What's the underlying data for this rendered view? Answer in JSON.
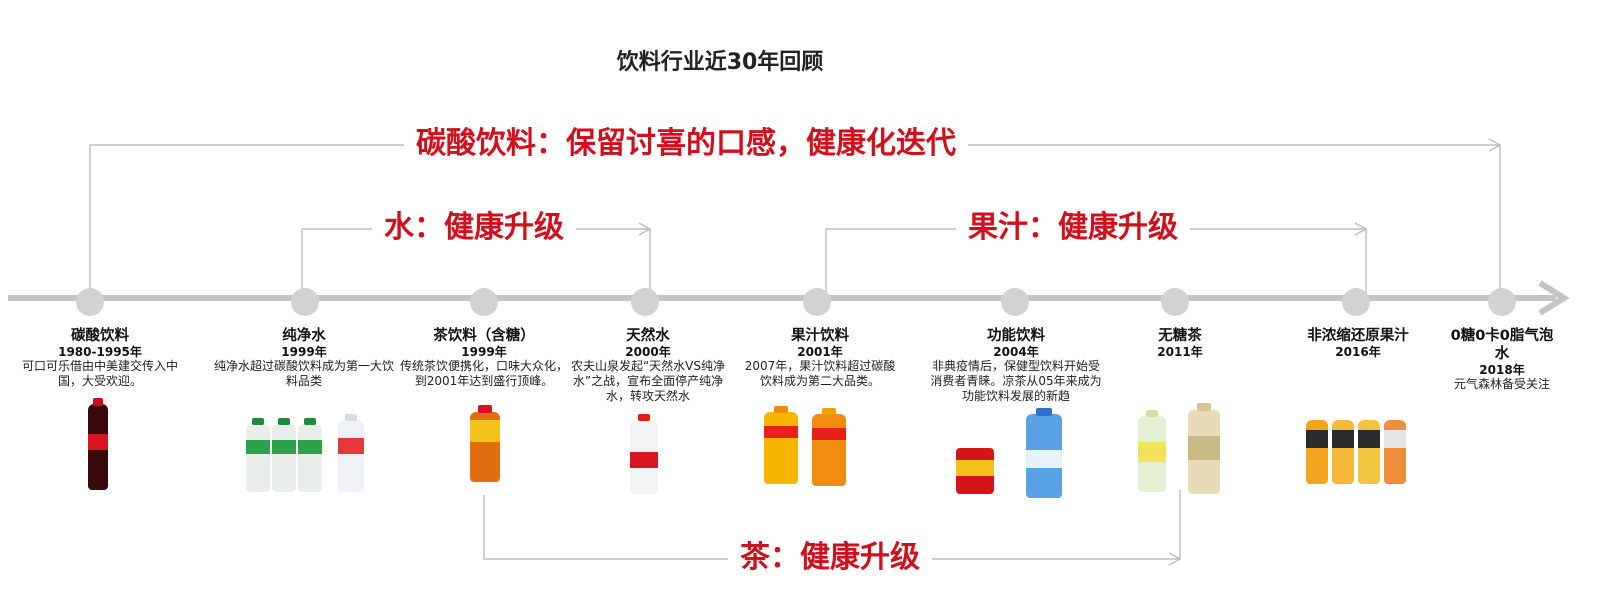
{
  "title": "饮料行业近30年回顾",
  "trends": {
    "carbonated": "碳酸饮料：保留讨喜的口感，健康化迭代",
    "water": "水：健康升级",
    "juice": "果汁：健康升级",
    "tea": "茶：健康升级"
  },
  "events": [
    {
      "name": "碳酸饮料",
      "year": "1980-1995年",
      "desc": "可口可乐借由中美建交传入中国，大受欢迎。"
    },
    {
      "name": "纯净水",
      "year": "1999年",
      "desc": "纯净水超过碳酸饮料成为第一大饮料品类"
    },
    {
      "name": "茶饮料（含糖）",
      "year": "1999年",
      "desc": "传统茶饮便携化，口味大众化，到2001年达到盛行顶峰。"
    },
    {
      "name": "天然水",
      "year": "2000年",
      "desc": "农夫山泉发起“天然水VS纯净水”之战，宣布全面停产纯净水，转攻天然水"
    },
    {
      "name": "果汁饮料",
      "year": "2001年",
      "desc": "2007年，果汁饮料超过碳酸饮料成为第二大品类。"
    },
    {
      "name": "功能饮料",
      "year": "2004年",
      "desc": "非典疫情后，保健型饮料开始受消费者青睐。凉茶从05年来成为功能饮料发展的新趋"
    },
    {
      "name": "无糖茶",
      "year": "2011年",
      "desc": ""
    },
    {
      "name": "非浓缩还原果汁",
      "year": "2016年",
      "desc": ""
    },
    {
      "name": "0糖0卡0脂气泡水",
      "year": "2018年",
      "desc": "元气森林备受关注"
    }
  ],
  "colors": {
    "accent": "#d0101c",
    "axis": "#c4c4c4",
    "connector": "#bdbdbd",
    "node": "#d2d2d2"
  }
}
